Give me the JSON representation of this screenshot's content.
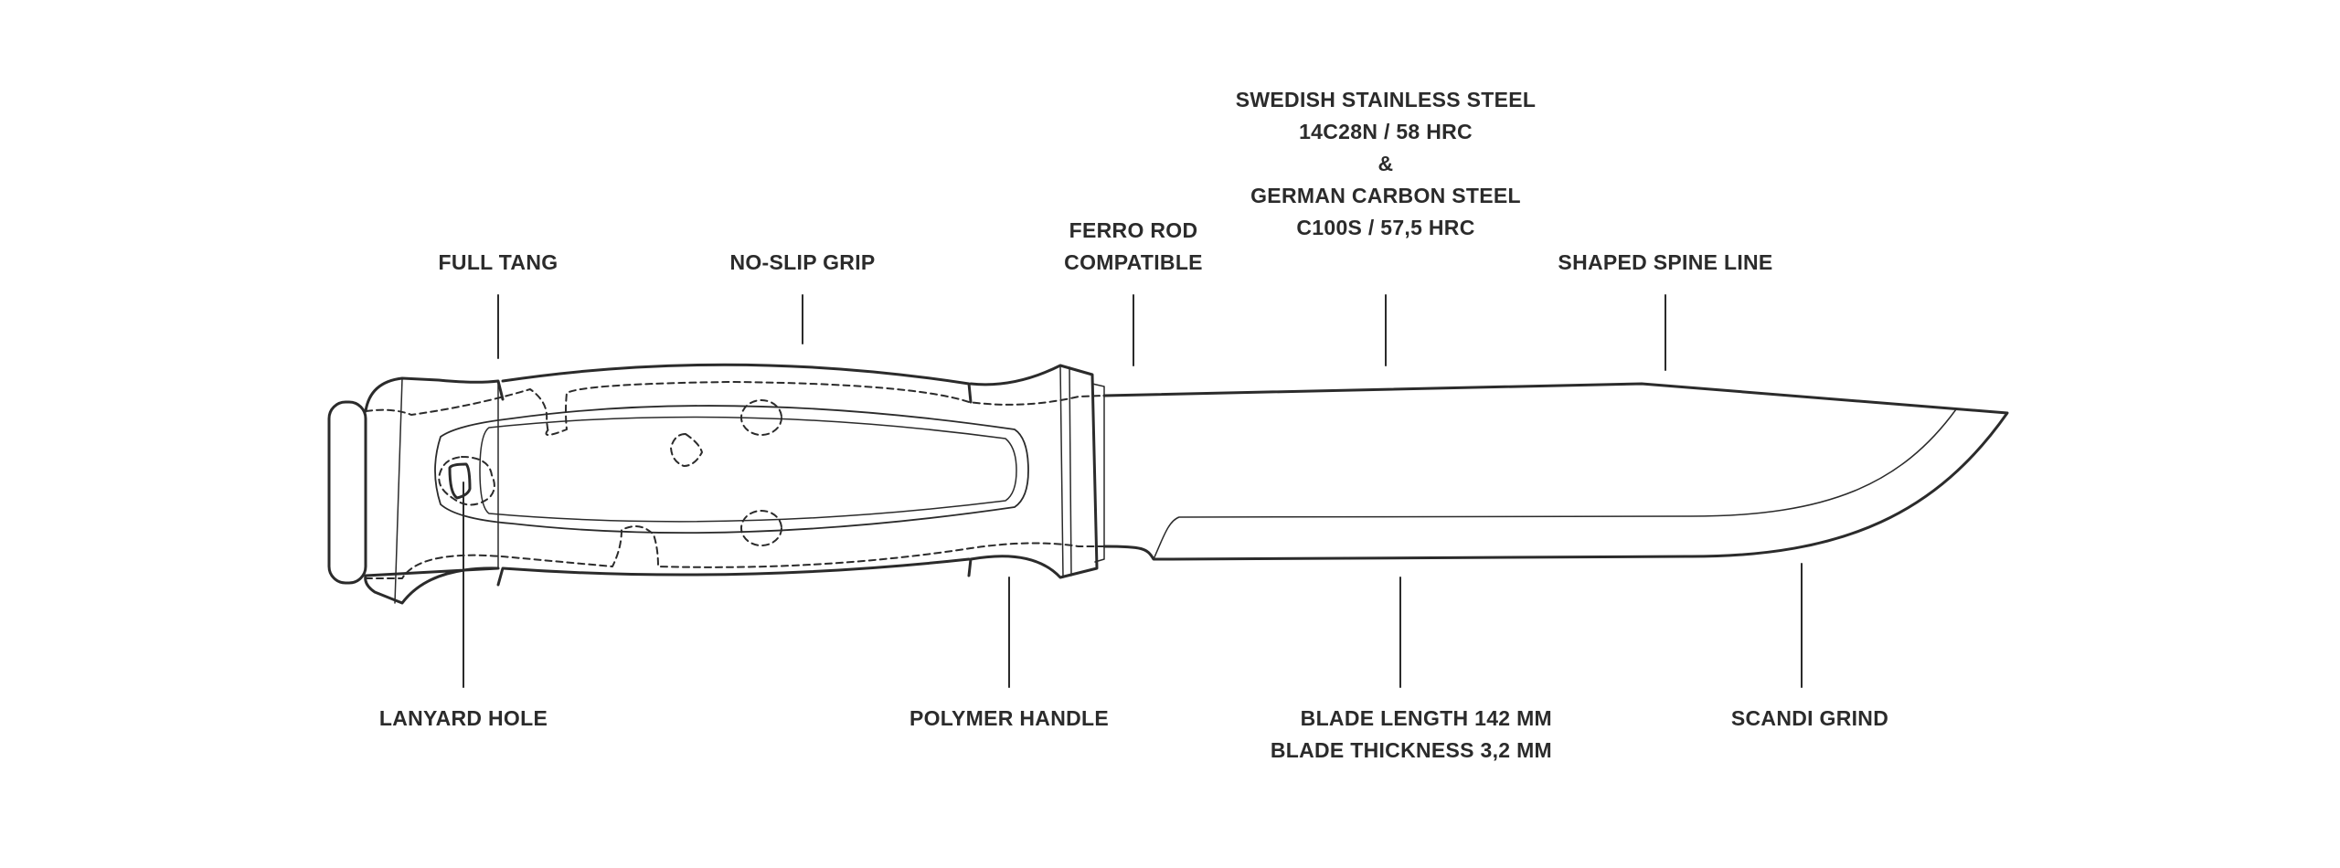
{
  "labels": {
    "full_tang": "FULL TANG",
    "no_slip_grip": "NO-SLIP GRIP",
    "ferro_rod": [
      "FERRO ROD",
      "COMPATIBLE"
    ],
    "steel": [
      "SWEDISH STAINLESS STEEL",
      "14C28N / 58 HRC",
      "&",
      "GERMAN CARBON STEEL",
      "C100S / 57,5 HRC"
    ],
    "shaped_spine": "SHAPED SPINE LINE",
    "lanyard_hole": "LANYARD HOLE",
    "polymer_handle": "POLYMER HANDLE",
    "blade_dims": [
      "BLADE LENGTH 142 MM",
      "BLADE THICKNESS 3,2 MM"
    ],
    "scandi_grind": "SCANDI GRIND"
  },
  "colors": {
    "line": "#2b2b2b",
    "background": "#ffffff"
  }
}
